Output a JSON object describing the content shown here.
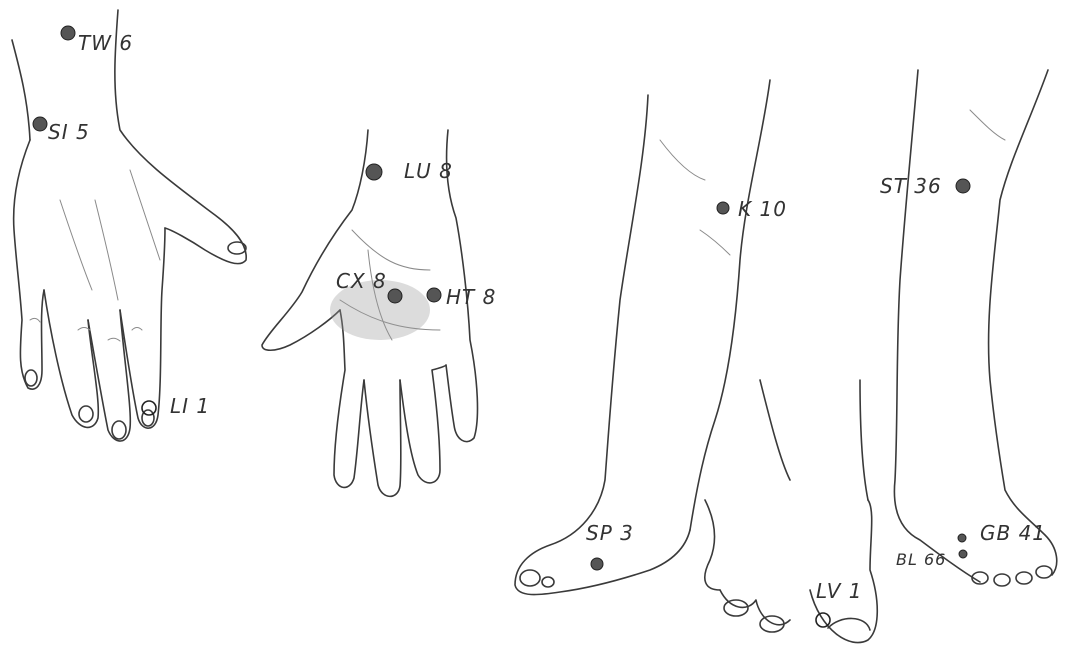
{
  "colors": {
    "background": "#ffffff",
    "line": "#3a3a3a",
    "point": "#555555"
  },
  "points": [
    {
      "id": "tw6",
      "label": "TW 6",
      "style": "dot"
    },
    {
      "id": "si5",
      "label": "SI 5",
      "style": "dot"
    },
    {
      "id": "li1",
      "label": "LI 1",
      "style": "ring"
    },
    {
      "id": "lu8",
      "label": "LU 8",
      "style": "dot"
    },
    {
      "id": "cx8",
      "label": "CX 8",
      "style": "dot"
    },
    {
      "id": "ht8",
      "label": "HT 8",
      "style": "dot"
    },
    {
      "id": "k10",
      "label": "K 10",
      "style": "dot"
    },
    {
      "id": "st36",
      "label": "ST 36",
      "style": "dot"
    },
    {
      "id": "sp3",
      "label": "SP 3",
      "style": "dot"
    },
    {
      "id": "gb41",
      "label": "GB 41",
      "style": "dot"
    },
    {
      "id": "bl66",
      "label": "BL 66",
      "style": "dot"
    },
    {
      "id": "lv1",
      "label": "LV 1",
      "style": "ring"
    }
  ]
}
